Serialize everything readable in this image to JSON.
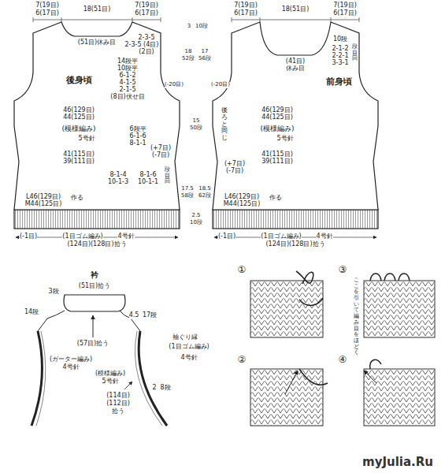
{
  "diagram": {
    "nodes": [
      {
        "text": [
          "後身頃",
          "46(129目)",
          "44(125目)",
          "(模様編み)",
          "5号針",
          "41(115目)",
          "39(111目)"
        ]
      },
      {
        "text": [
          "前身頃",
          "46(129目)",
          "44(125目)",
          "(模様編み)",
          "5号針",
          "41(115目)",
          "39(111目)"
        ]
      },
      {
        "text": [
          "衿"
        ]
      }
    ],
    "labels": [
      "7(19目)",
      "6(17目)",
      "18(51目)",
      "7(19目)",
      "6(17目)",
      "(51目)休み目",
      "2-3-5",
      "2-3-5 (4目)",
      "(2目)",
      "14段平",
      "10段平",
      "6-1-2",
      "4-1-5",
      "2-1-5",
      "(8目)伏せ目",
      "(-20目)",
      "(-20目)",
      "3",
      "10段",
      "18",
      "52段",
      "17",
      "56段",
      "15",
      "50段",
      "(+7目)",
      "(-7目)",
      "(+7目)",
      "(-7目)",
      "6段平",
      "6-1-6",
      "8-1-1",
      "8-1-4",
      "10-1-3",
      "8-1-6",
      "10-1-1",
      "段目回",
      "17.5",
      "58段",
      "18.5",
      "62段",
      "L46(129目)",
      "M44(125目)",
      "作る",
      "2.5",
      "10段",
      "(-1目)",
      "(1目ゴム編み)",
      "4号針",
      "(124目)(128目)拾う",
      "7(19目)",
      "6(17目)",
      "18(51目)",
      "7(19目)",
      "6(17目)",
      "10段",
      "(41目)",
      "休み目",
      "2-1-2",
      "2-2-1",
      "3-3-1",
      "段目回",
      "後ろと同じ",
      "L46(129目)",
      "M44(125目)",
      "作る",
      "(-1目)",
      "(1目ゴム編み)",
      "4号針",
      "(124目)(128目)拾う",
      "(51目)拾う",
      "3段",
      "14段",
      "4.5",
      "17段",
      "(57目)拾う",
      "(ガーター編み)",
      "4号針",
      "(模様編み)",
      "5号針",
      "袖ぐり縁",
      "(1目ゴム編み)",
      "4号針",
      "2",
      "8段",
      "(114目)",
      "(112目)",
      "拾う",
      "ここを引いて 編み目をほどく",
      "myJulia.Ru",
      "①",
      "②",
      "③",
      "④"
    ]
  }
}
